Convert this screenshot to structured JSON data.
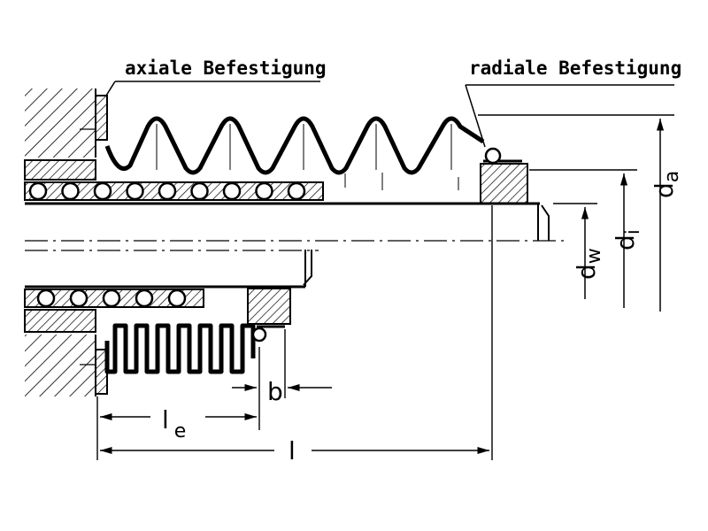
{
  "labels": {
    "axial": "axiale Befestigung",
    "radial": "radiale Befestigung"
  },
  "dimensions": {
    "d_a": "d",
    "d_a_sub": "a",
    "d_i": "d",
    "d_i_sub": "i",
    "d_w": "d",
    "d_w_sub": "w",
    "l": "l",
    "l_e": "l",
    "l_e_sub": "e",
    "b": "b"
  },
  "colors": {
    "ink": "#000000",
    "paper": "#ffffff"
  }
}
